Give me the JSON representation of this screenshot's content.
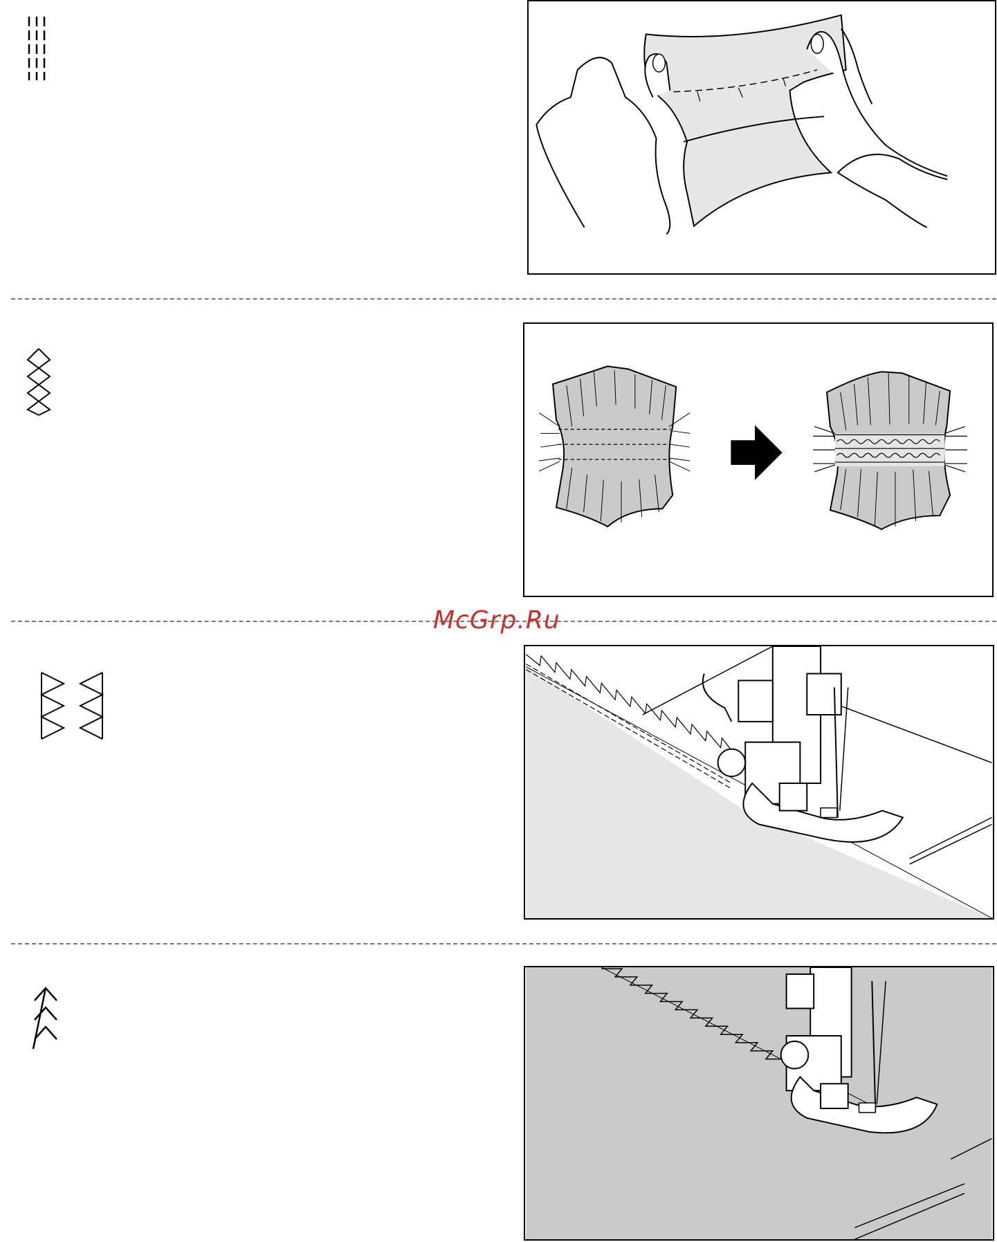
{
  "watermark": "McGrp.Ru",
  "sections": [
    {
      "id": "straight-stitch",
      "icon": "triple-straight-stitch-icon",
      "figure": "hands-stretching-fabric"
    },
    {
      "id": "smocking-stitch",
      "icon": "cross-diamond-stitch-icon",
      "figure": "gathered-fabric-before-after"
    },
    {
      "id": "triangle-stitch",
      "icon": "triangle-zigzag-stitch-icon",
      "figure": "presser-foot-sewing-edge"
    },
    {
      "id": "feather-stitch",
      "icon": "arrow-herringbone-stitch-icon",
      "figure": "presser-foot-sewing-overcast"
    }
  ],
  "colors": {
    "fabric_light": "#e6e6e6",
    "fabric_mid": "#c9cbca",
    "watermark": "#c8302a"
  }
}
